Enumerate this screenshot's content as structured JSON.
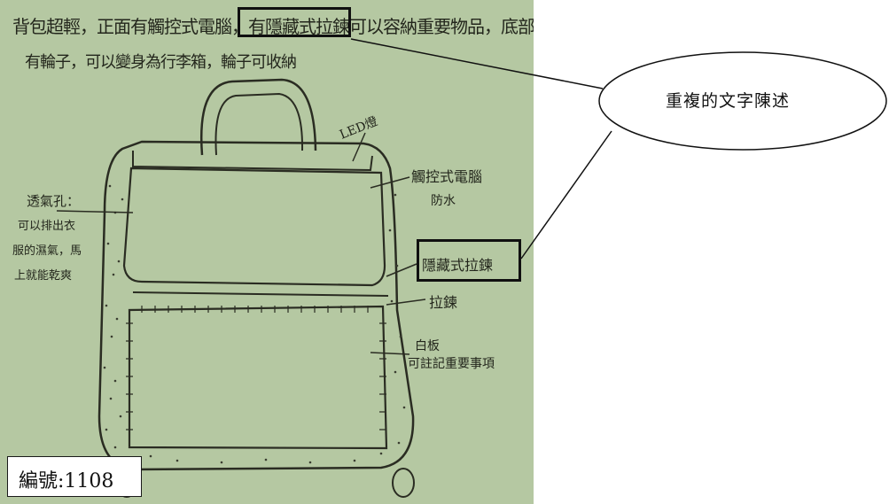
{
  "sketch": {
    "description_line1": "背包超輕，正面有觸控式電腦，有隱藏式拉鍊可以容納重要物品，底部",
    "description_line2": "有輪子，可以變身為行李箱，輪子可收納",
    "highlight_phrase": "有隱藏式拉鍊",
    "labels": {
      "led": "LED燈",
      "touch_computer": "觸控式電腦",
      "waterproof": "防水",
      "hidden_zipper": "隱藏式拉鍊",
      "zipper": "拉鍊",
      "whiteboard": "白板",
      "whiteboard_note": "可註記重要事項",
      "vent_title": "透氣孔：",
      "vent_line1": "可以排出衣",
      "vent_line2": "服的濕氣，馬",
      "vent_line3": "上就能乾爽"
    }
  },
  "id_label": "編號:1108",
  "callout": {
    "text": "重複的文字陳述"
  },
  "colors": {
    "paper": "#b5c8a2",
    "ink": "#23261c",
    "annotation": "#111111"
  }
}
